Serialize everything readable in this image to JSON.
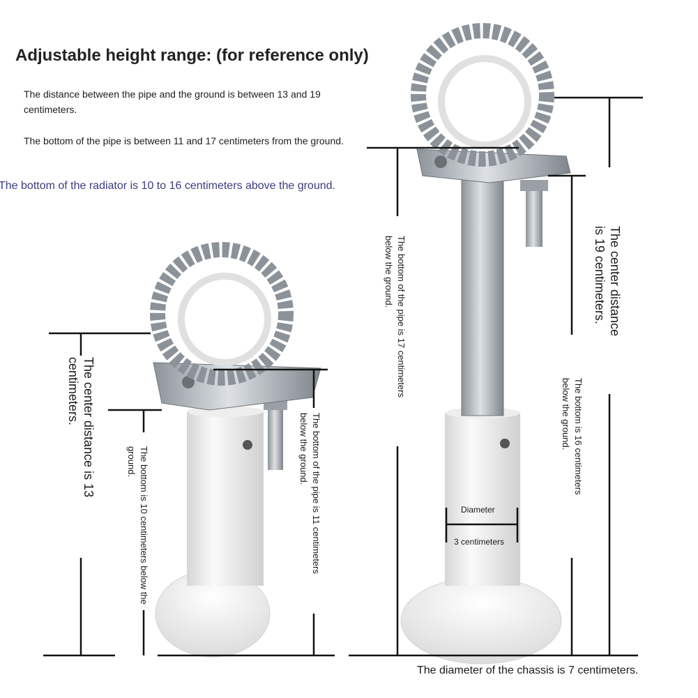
{
  "title": "Adjustable height range: (for reference only)",
  "notes": {
    "pipe_ground": "The distance between the pipe and the ground is between 13 and 19 centimeters.",
    "pipe_bottom": "The bottom of the pipe is between 11 and 17 centimeters from the ground.",
    "radiator_bottom": "The bottom of the radiator is 10 to 16 centimeters above the ground."
  },
  "short_bracket": {
    "center_distance": [
      "The center distance is 13",
      "centimeters."
    ],
    "bottom": [
      "The bottom is 10 centimeters below the",
      "ground."
    ],
    "pipe_bottom": [
      "The bottom of the pipe is 11 centimeters",
      "below the ground."
    ]
  },
  "tall_bracket": {
    "pipe_bottom": [
      "The bottom of the pipe is 17 centimeters",
      "below the ground."
    ],
    "center_distance": [
      "The center distance",
      "is 19 centimeters."
    ],
    "bottom": [
      "The bottom is 16 centimeters",
      "below the ground."
    ]
  },
  "diameter": {
    "label": "Diameter",
    "value": "3 centimeters"
  },
  "footer": "The diameter of the chassis is 7 centimeters.",
  "colors": {
    "note_accent": "#3c3c7e",
    "metal": "#b9bec4",
    "white_part": "#f2f2f2"
  }
}
